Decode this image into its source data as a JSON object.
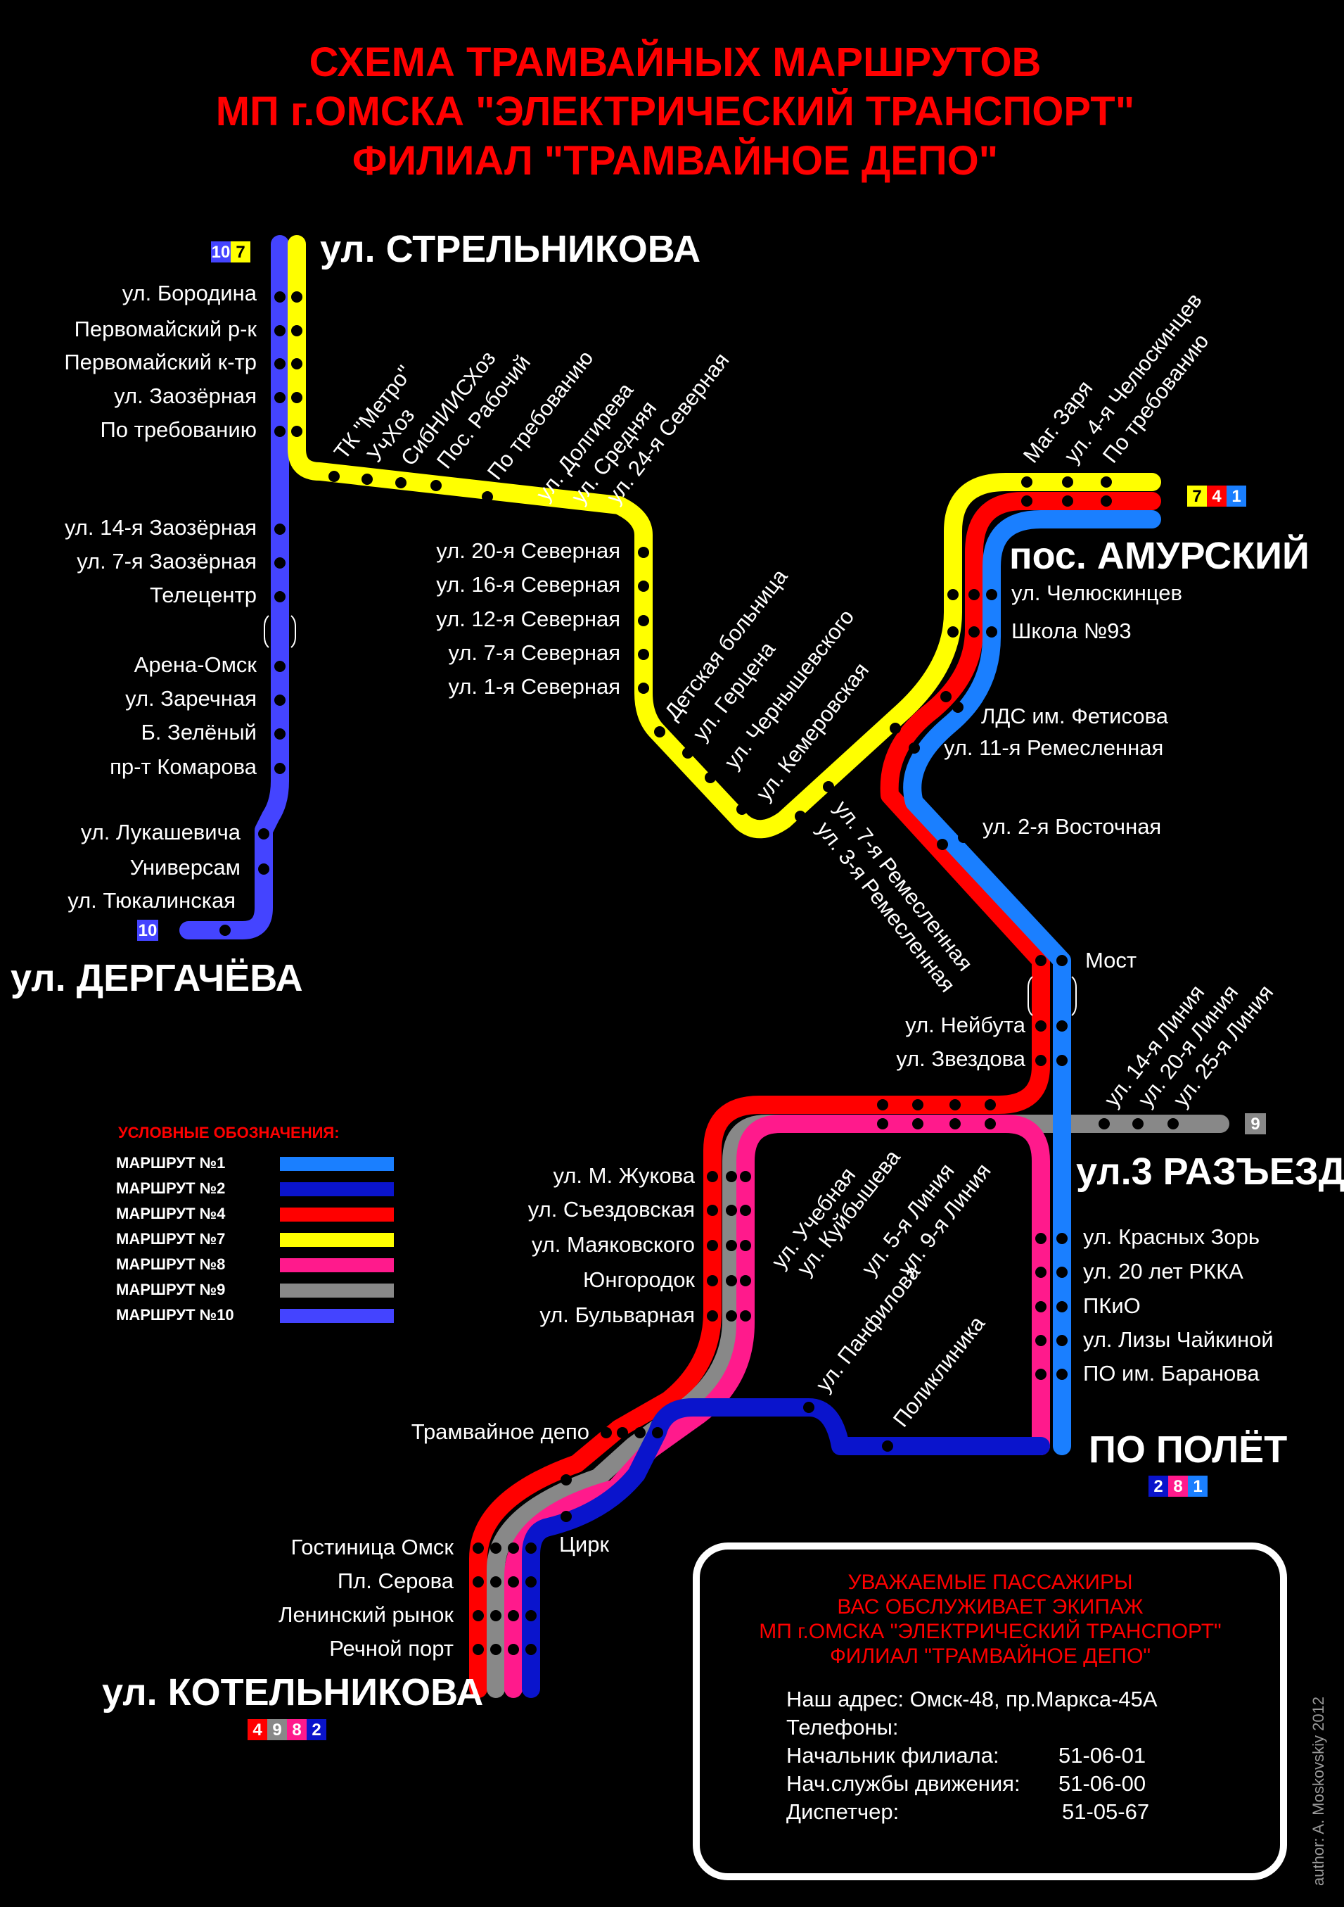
{
  "title": {
    "line1": "СХЕМА ТРАМВАЙНЫХ МАРШРУТОВ",
    "line2": "МП г.ОМСКА \"ЭЛЕКТРИЧЕСКИЙ ТРАНСПОРТ\"",
    "line3": "ФИЛИАЛ \"ТРАМВАЙНОЕ ДЕПО\""
  },
  "colors": {
    "route1": "#1a7fff",
    "route2": "#0a14cc",
    "route4": "#ff0000",
    "route7": "#ffff00",
    "route8": "#ff1a8c",
    "route9": "#888888",
    "route10": "#4444ff",
    "title": "#ff0000"
  },
  "terminals": {
    "strelnikova": "ул. СТРЕЛЬНИКОВА",
    "dergacheva": "ул. ДЕРГАЧЁВА",
    "amursky": "пос. АМУРСКИЙ",
    "razezd": "ул.3 РАЗЪЕЗД",
    "polet": "ПО ПОЛЁТ",
    "kotelnikova": "ул. КОТЕЛЬНИКОВА"
  },
  "badges": {
    "strelnikova": [
      "10",
      "7"
    ],
    "dergacheva": [
      "10"
    ],
    "amursky": [
      "7",
      "4",
      "1"
    ],
    "razezd": [
      "9"
    ],
    "polet": [
      "2",
      "8",
      "1"
    ],
    "kotelnikova": [
      "4",
      "9",
      "8",
      "2"
    ]
  },
  "stations": {
    "route10": [
      "ул. Бородина",
      "Первомайский р-к",
      "Первомайский к-тр",
      "ул. Заозёрная",
      "По требованию",
      "ул. 14-я Заозёрная",
      "ул. 7-я Заозёрная",
      "Телецентр",
      "Арена-Омск",
      "ул. Заречная",
      "Б. Зелёный",
      "пр-т Комарова",
      "ул. Лукашевича",
      "Универсам",
      "ул. Тюкалинская"
    ],
    "route7_diag": [
      "ТК \"Метро\"",
      "УчХоз",
      "СибНИИСХоз",
      "Пос. Рабочий",
      "По требованию",
      "ул. Долгирева",
      "ул. Средняя",
      "ул. 24-я Северная"
    ],
    "route7_north": [
      "ул. 20-я Северная",
      "ул. 16-я Северная",
      "ул. 12-я Северная",
      "ул. 7-я Северная",
      "ул. 1-я Северная"
    ],
    "route7_diag2": [
      "Детская больница",
      "ул. Герцена",
      "ул. Чернышевского",
      "ул. Кемеровская"
    ],
    "amursky_diag": [
      "Маг. Заря",
      "ул. 4-я Челюскинцев",
      "По требованию"
    ],
    "amursky_line": [
      "ул. Челюскинцев",
      "Школа №93",
      "ЛДС им. Фетисова",
      "ул. 11-я Ремесленная",
      "ул. 2-я Восточная"
    ],
    "remeslennaya": [
      "ул. 7-я Ремесленная",
      "ул. 3-я Ремесленная"
    ],
    "central": [
      "Мост",
      "ул. Нейбута",
      "ул. Звездова"
    ],
    "razezd_diag": [
      "ул. 14-я Линия",
      "ул. 20-я Линия",
      "ул. 25-я Линия"
    ],
    "south_left": [
      "ул. М. Жукова",
      "ул. Съездовская",
      "ул. Маяковского",
      "Юнгородок",
      "ул. Бульварная"
    ],
    "south_diag": [
      "ул. Учебная",
      "ул. Куйбышева",
      "ул. 5-я Линия",
      "ул. 9-я Линия"
    ],
    "polet_line": [
      "ул. Красных Зорь",
      "ул. 20 лет РККА",
      "ПКиО",
      "ул. Лизы Чайкиной",
      "ПО им. Баранова"
    ],
    "panfilova_diag": [
      "ул. Панфилова",
      "Поликлиника"
    ],
    "depot": [
      "Трамвайное депо",
      "Цирк"
    ],
    "kotelnikova_line": [
      "Гостиница Омск",
      "Пл. Серова",
      "Ленинский рынок",
      "Речной порт"
    ]
  },
  "legend": {
    "heading": "УСЛОВНЫЕ ОБОЗНАЧЕНИЯ:",
    "items": [
      {
        "label": "МАРШРУТ №1",
        "color": "#1a7fff"
      },
      {
        "label": "МАРШРУТ №2",
        "color": "#0a14cc"
      },
      {
        "label": "МАРШРУТ №4",
        "color": "#ff0000"
      },
      {
        "label": "МАРШРУТ №7",
        "color": "#ffff00"
      },
      {
        "label": "МАРШРУТ №8",
        "color": "#ff1a8c"
      },
      {
        "label": "МАРШРУТ №9",
        "color": "#888888"
      },
      {
        "label": "МАРШРУТ №10",
        "color": "#4444ff"
      }
    ]
  },
  "notice": {
    "red_lines": [
      "УВАЖАЕМЫЕ ПАССАЖИРЫ",
      "ВАС ОБСЛУЖИВАЕТ ЭКИПАЖ",
      "МП г.ОМСКА \"ЭЛЕКТРИЧЕСКИЙ ТРАНСПОРТ\"",
      "ФИЛИАЛ \"ТРАМВАЙНОЕ ДЕПО\""
    ],
    "address": "Наш адрес: Омск-48, пр.Маркса-45А",
    "phones_label": "Телефоны:",
    "phones": [
      {
        "name": "Начальник филиала:",
        "number": "51-06-01"
      },
      {
        "name": "Нач.службы движения:",
        "number": "51-06-00"
      },
      {
        "name": "Диспетчер:",
        "number": "51-05-67"
      }
    ]
  },
  "author": "author: A. Moskovskiy 2012"
}
